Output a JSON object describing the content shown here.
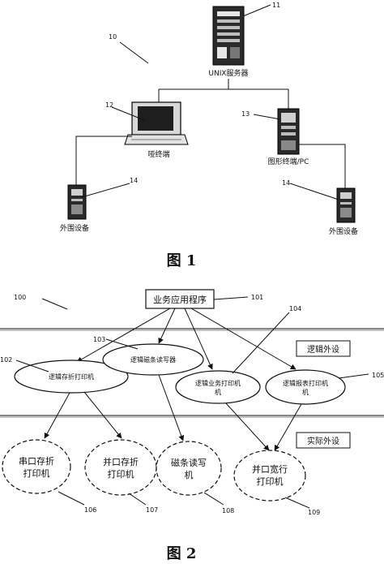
{
  "figure1": {
    "title": "图 1",
    "system_ref": "10",
    "server": {
      "label": "UNIX服务器",
      "ref": "11"
    },
    "terminal": {
      "label": "哑终端",
      "ref": "12"
    },
    "pc": {
      "label": "图形终端/PC",
      "ref": "13"
    },
    "peripheral_left": {
      "label": "外围设备",
      "ref": "14"
    },
    "peripheral_right": {
      "label": "外围设备",
      "ref": "14"
    }
  },
  "figure2": {
    "title": "图 2",
    "system_ref": "100",
    "app": {
      "label": "业务应用程序",
      "ref": "101"
    },
    "band_logical": "逻辑外设",
    "band_physical": "实际外设",
    "logical_devices": [
      {
        "label": "逻辑存折打印机",
        "ref": "102"
      },
      {
        "label": "逻辑磁条读写器",
        "ref": "103"
      },
      {
        "label": "逻辑业务打印机",
        "ref": "104"
      },
      {
        "label": "逻辑报表打印机",
        "ref": "105"
      }
    ],
    "physical_devices": [
      {
        "line1": "串口存折",
        "line2": "打印机",
        "ref": "106"
      },
      {
        "line1": "并口存折",
        "line2": "打印机",
        "ref": "107"
      },
      {
        "line1": "磁条读写",
        "line2": "机",
        "ref": "108"
      },
      {
        "line1": "并口宽行",
        "line2": "打印机",
        "ref": "109"
      }
    ]
  }
}
